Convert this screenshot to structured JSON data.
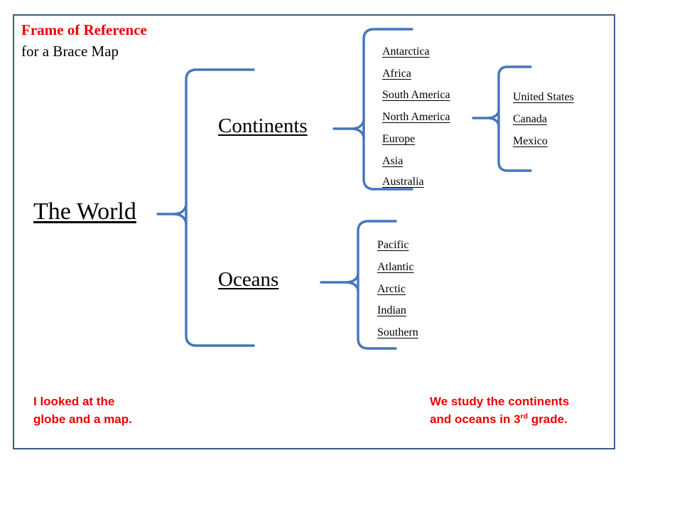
{
  "frame": {
    "border_color": "#3a5a8c",
    "background": "#ffffff"
  },
  "title": {
    "main": "Frame of Reference",
    "main_color": "#ee0000",
    "sub": "for a Brace Map"
  },
  "brace_color": "#4477bb",
  "diagram": {
    "root": {
      "label": "The World"
    },
    "branches": [
      {
        "label": "Continents",
        "items": [
          "Antarctica",
          "Africa",
          "South America",
          "North America",
          "Europe",
          "Asia",
          "Australia"
        ]
      },
      {
        "label": "Oceans",
        "items": [
          "Pacific",
          "Atlantic",
          "Arctic",
          "Indian",
          "Southern"
        ]
      }
    ],
    "sub_branch": {
      "parent": "North America",
      "items": [
        "United States",
        "Canada",
        "Mexico"
      ]
    }
  },
  "notes": {
    "left": "I looked at the\nglobe and a map.",
    "right_line1": "We study the continents",
    "right_line2_before": "and oceans in 3",
    "right_line2_sup": "rd",
    "right_line2_after": " grade.",
    "color": "#ee0000"
  }
}
